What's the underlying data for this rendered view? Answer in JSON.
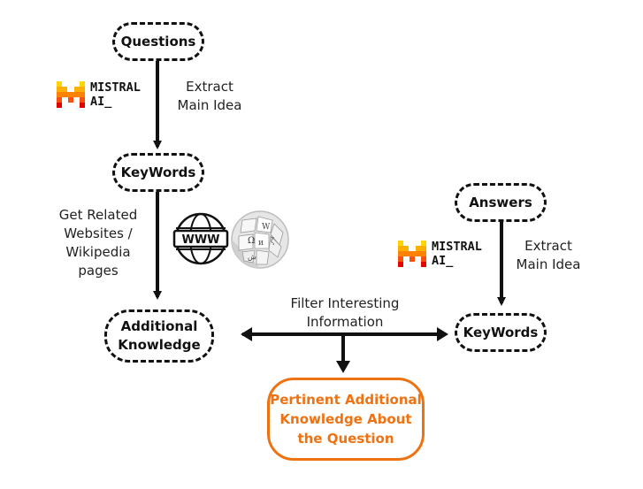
{
  "nodes": {
    "questions": "Questions",
    "keywords_left": "KeyWords",
    "additional_knowledge_line1": "Additional",
    "additional_knowledge_line2": "Knowledge",
    "answers": "Answers",
    "keywords_right": "KeyWords",
    "pertinent_line1": "Pertinent Additional",
    "pertinent_line2": "Knowledge About",
    "pertinent_line3": "the Question"
  },
  "labels": {
    "extract_left_line1": "Extract",
    "extract_left_line2": "Main Idea",
    "get_related_line1": "Get Related",
    "get_related_line2": "Websites /",
    "get_related_line3": "Wikipedia pages",
    "extract_right_line1": "Extract",
    "extract_right_line2": "Main Idea",
    "filter_line1": "Filter Interesting",
    "filter_line2": "Information"
  },
  "logos": {
    "mistral_line1": "MISTRAL",
    "mistral_line2": "AI_",
    "www_text": "WWW"
  },
  "colors": {
    "accent": "#ef7212",
    "stroke": "#111111",
    "mistral_yellow": "#ffd400",
    "mistral_orange": "#ff8205",
    "mistral_red": "#e10500"
  },
  "icons": [
    "mistral-logo-icon",
    "globe-www-icon",
    "wikipedia-globe-icon"
  ]
}
